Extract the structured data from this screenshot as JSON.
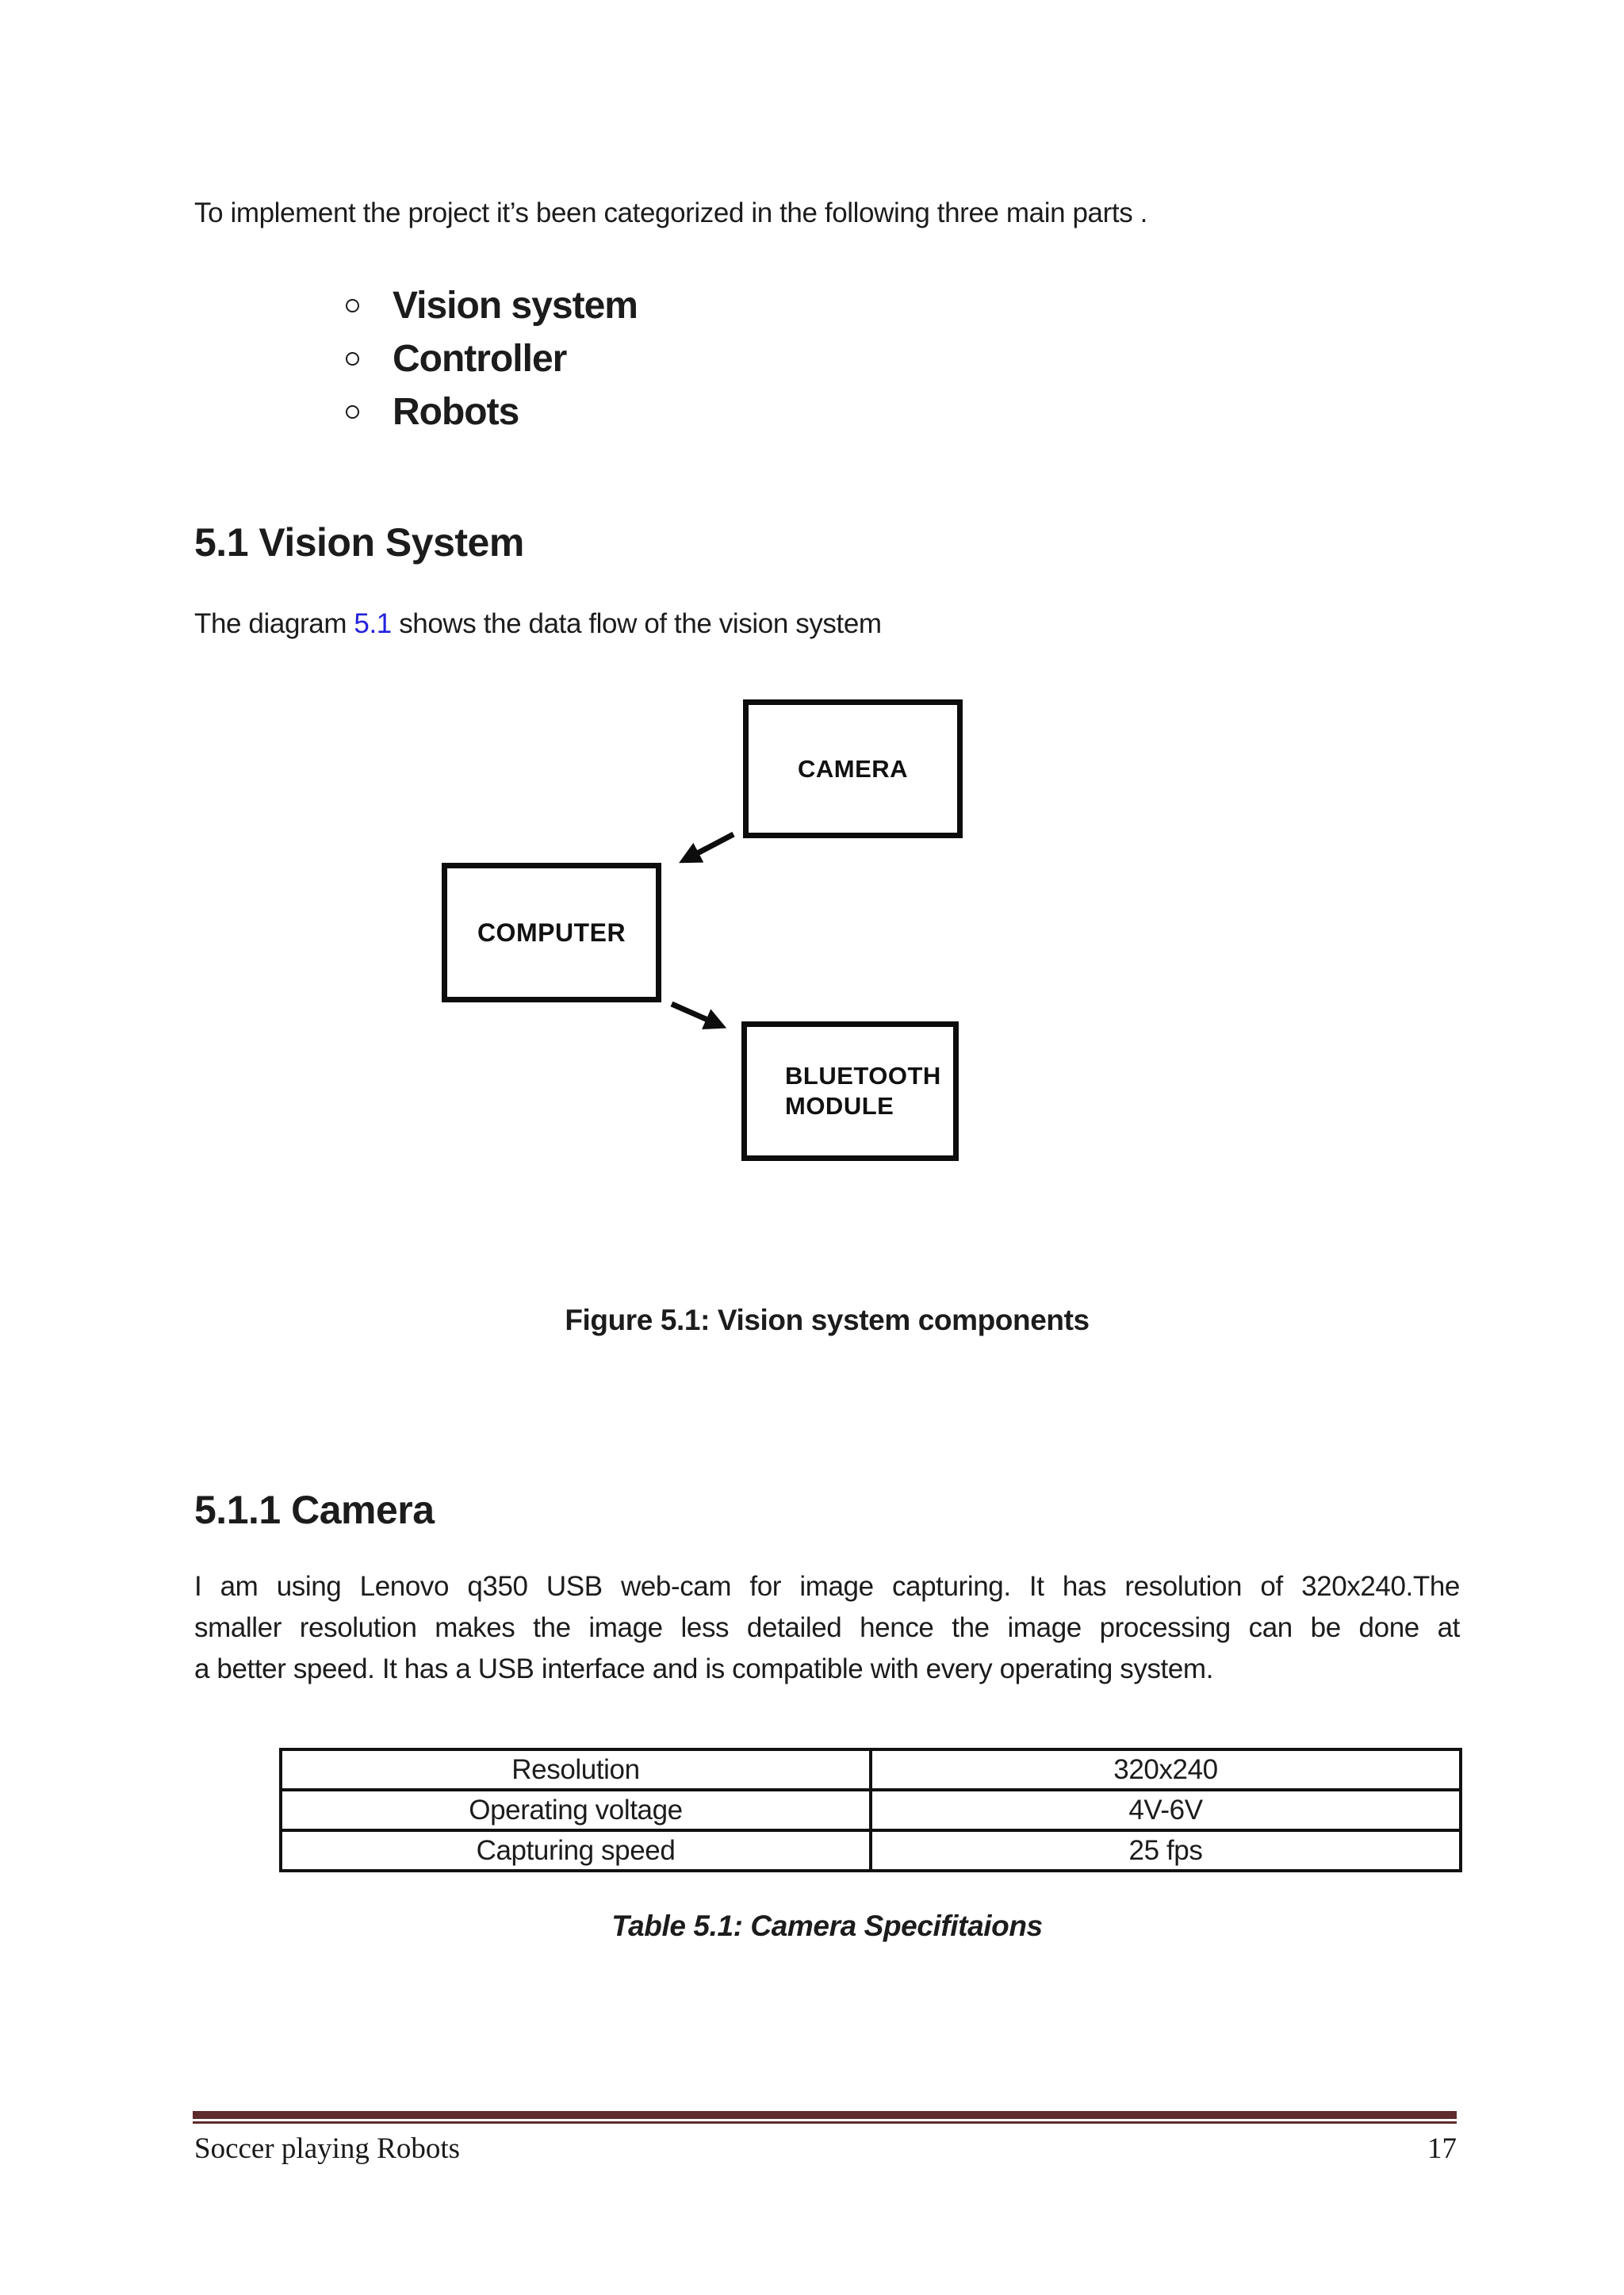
{
  "colors": {
    "text": "#1c1c1c",
    "link": "#2222dd",
    "rule": "#5f2b2d",
    "diagram_border": "#0d0d0d"
  },
  "intro": "To implement the project it’s been categorized in the following three main parts .",
  "bullets": [
    "Vision system",
    "Controller",
    "Robots"
  ],
  "section_vision": {
    "heading": "5.1 Vision System",
    "lead_prefix": "The diagram ",
    "lead_link": "5.1",
    "lead_suffix": " shows the data flow of the vision system"
  },
  "diagram": {
    "camera_label": "CAMERA",
    "computer_label": "COMPUTER",
    "bluetooth_label_line1": "BLUETOOTH",
    "bluetooth_label_line2": "MODULE"
  },
  "figure_caption": "Figure 5.1: Vision system components",
  "section_camera": {
    "heading": "5.1.1 Camera",
    "lines": [
      "I am using Lenovo q350 USB web-cam for image capturing. It has resolution of 320x240.The",
      "smaller resolution makes the image less detailed hence the image processing can be done at",
      "a better speed. It has a USB interface and is compatible with every operating system."
    ]
  },
  "spec_table": {
    "rows": [
      {
        "label": "Resolution",
        "value": "320x240"
      },
      {
        "label": "Operating voltage",
        "value": "4V-6V"
      },
      {
        "label": "Capturing speed",
        "value": "25 fps"
      }
    ]
  },
  "table_caption": "Table 5.1: Camera Specifitaions",
  "footer": {
    "document_title": "Soccer playing Robots",
    "page_number": "17"
  }
}
